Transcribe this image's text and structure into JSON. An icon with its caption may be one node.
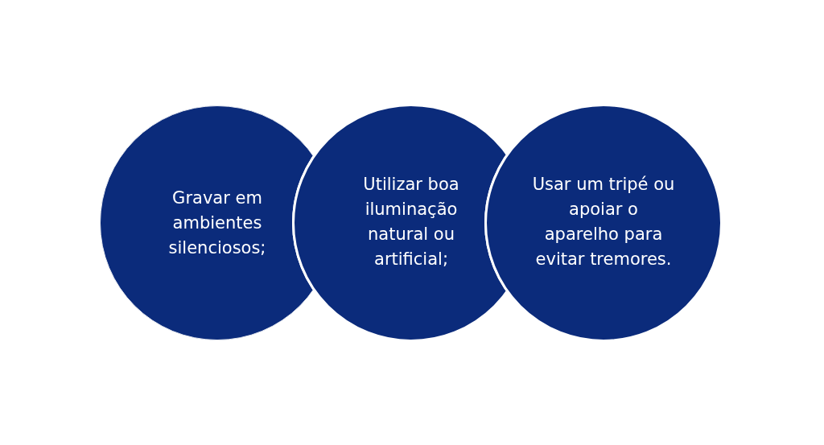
{
  "diagram": {
    "nodes": [
      {
        "text": [
          "Gravar em ambientes silenciosos;"
        ]
      },
      {
        "text": [
          "Utilizar boa iluminação natural ou artificial;"
        ]
      },
      {
        "text": [
          "Usar um tripé ou apoiar o aparelho para evitar tremores."
        ]
      }
    ],
    "edges": []
  }
}
